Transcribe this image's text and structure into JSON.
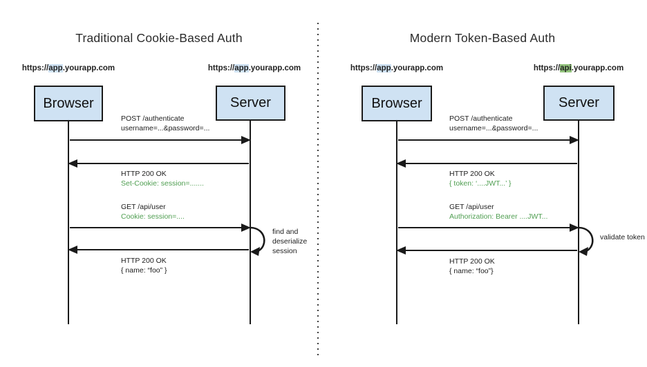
{
  "colors": {
    "box_fill": "#cfe2f3",
    "box_border": "#1a1a1a",
    "app_highlight": "#cfe2f3",
    "api_highlight": "#93c47d",
    "green_text": "#4f9e51",
    "line": "#1a1a1a"
  },
  "panels": [
    {
      "title": "Traditional Cookie-Based Auth",
      "actors": [
        {
          "name": "Browser",
          "url_prefix": "https://",
          "url_host": "app",
          "url_suffix": ".yourapp.com"
        },
        {
          "name": "Server",
          "url_prefix": "https://",
          "url_host": "app",
          "url_suffix": ".yourapp.com"
        }
      ],
      "messages": [
        {
          "direction": "right",
          "line1": "POST /authenticate",
          "line2": "username=...&password=..."
        },
        {
          "direction": "left",
          "line1": "HTTP 200 OK",
          "line2": "Set-Cookie: session=......."
        },
        {
          "direction": "right",
          "line1": "GET /api/user",
          "line2": "Cookie: session=...."
        },
        {
          "direction": "left",
          "line1": "HTTP 200 OK",
          "line2": "{ name: “foo” }"
        }
      ],
      "note_lines": [
        "find and",
        "deserialize",
        "session"
      ]
    },
    {
      "title": "Modern Token-Based Auth",
      "actors": [
        {
          "name": "Browser",
          "url_prefix": "https://",
          "url_host": "app",
          "url_suffix": ".yourapp.com"
        },
        {
          "name": "Server",
          "url_prefix": "https://",
          "url_host": "api",
          "url_suffix": ".yourapp.com"
        }
      ],
      "messages": [
        {
          "direction": "right",
          "line1": "POST /authenticate",
          "line2": "username=...&password=..."
        },
        {
          "direction": "left",
          "line1": "HTTP 200 OK",
          "line2": "{ token: ‘....JWT...’ }"
        },
        {
          "direction": "right",
          "line1": "GET /api/user",
          "line2": "Authorization: Bearer ....JWT..."
        },
        {
          "direction": "left",
          "line1": "HTTP 200 OK",
          "line2": "{ name: “foo”}"
        }
      ],
      "note_lines": [
        "validate token"
      ]
    }
  ]
}
